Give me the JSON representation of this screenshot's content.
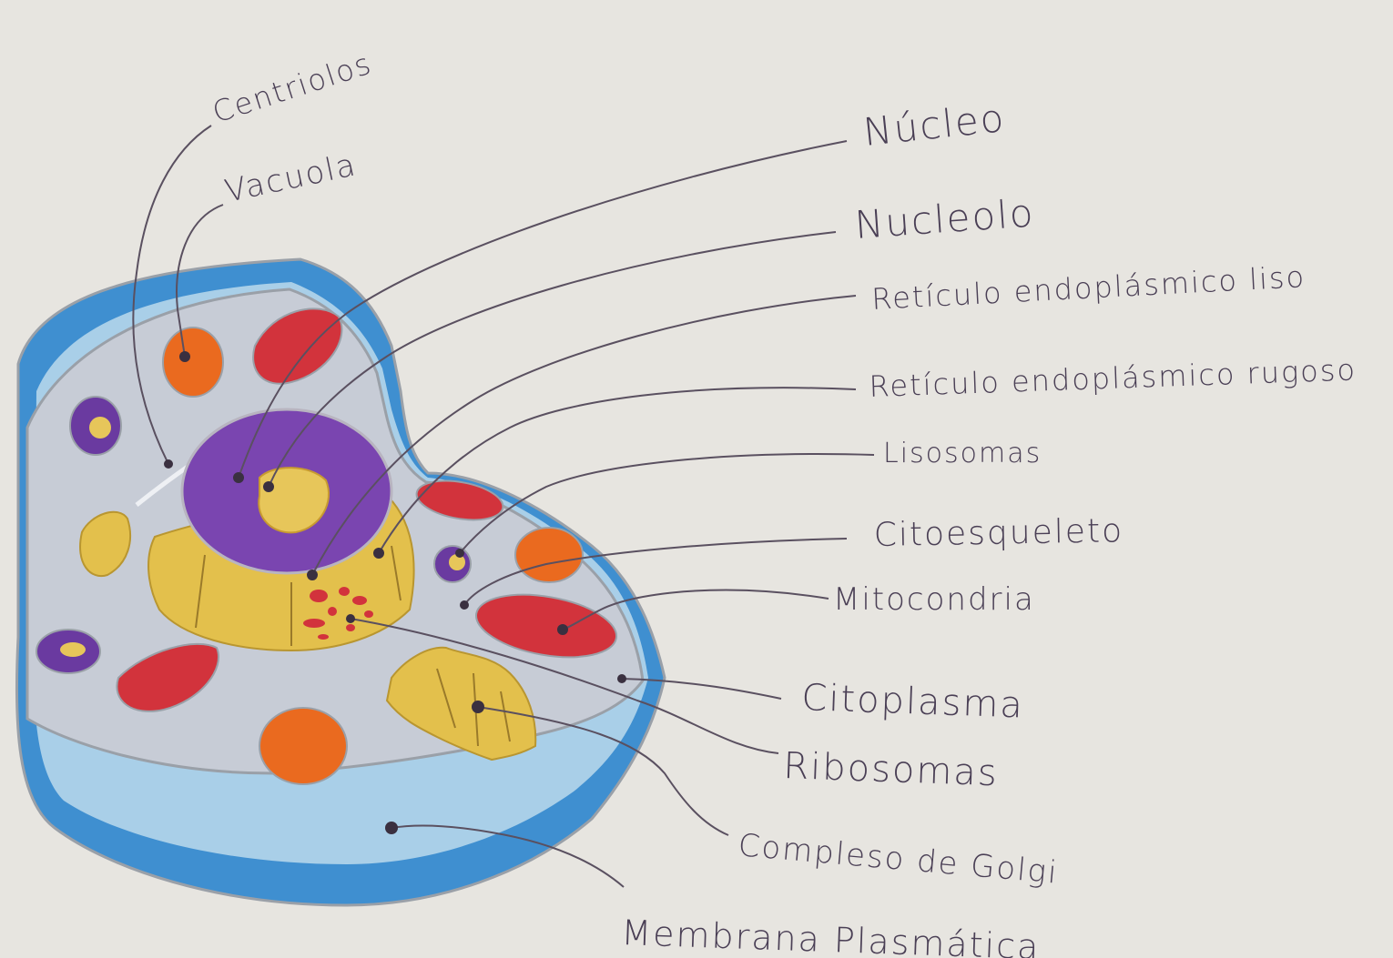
{
  "labels": {
    "centriolos": "Centriolos",
    "vacuola": "Vacuola",
    "nucleo": "Núcleo",
    "nucleolo": "Nucleolo",
    "reticulo_liso": "Retículo endoplásmico liso",
    "reticulo_rugoso": "Retículo endoplásmico rugoso",
    "lisosomas": "Lisosomas",
    "citoesqueleto": "Citoesqueleto",
    "mitocondria": "Mitocondria",
    "citoplasma": "Citoplasma",
    "ribosomas": "Ribosomas",
    "golgi": "Compleso de Golgi",
    "membrana": "Membrana Plasmática"
  },
  "colors": {
    "paper": "#e7e5e0",
    "membrane_blue": "#3f8fd0",
    "membrane_light": "#a9cfe8",
    "cytoplasm": "#c7ccd6",
    "nucleus_purple": "#7a45b0",
    "nucleolus_yellow": "#e7c65a",
    "er_yellow": "#e3c04c",
    "mitochondria_red": "#d2333c",
    "vacuole_orange": "#ea6a1f",
    "lysosome_purple": "#6a3aa0",
    "ink": "#4a3f55"
  }
}
